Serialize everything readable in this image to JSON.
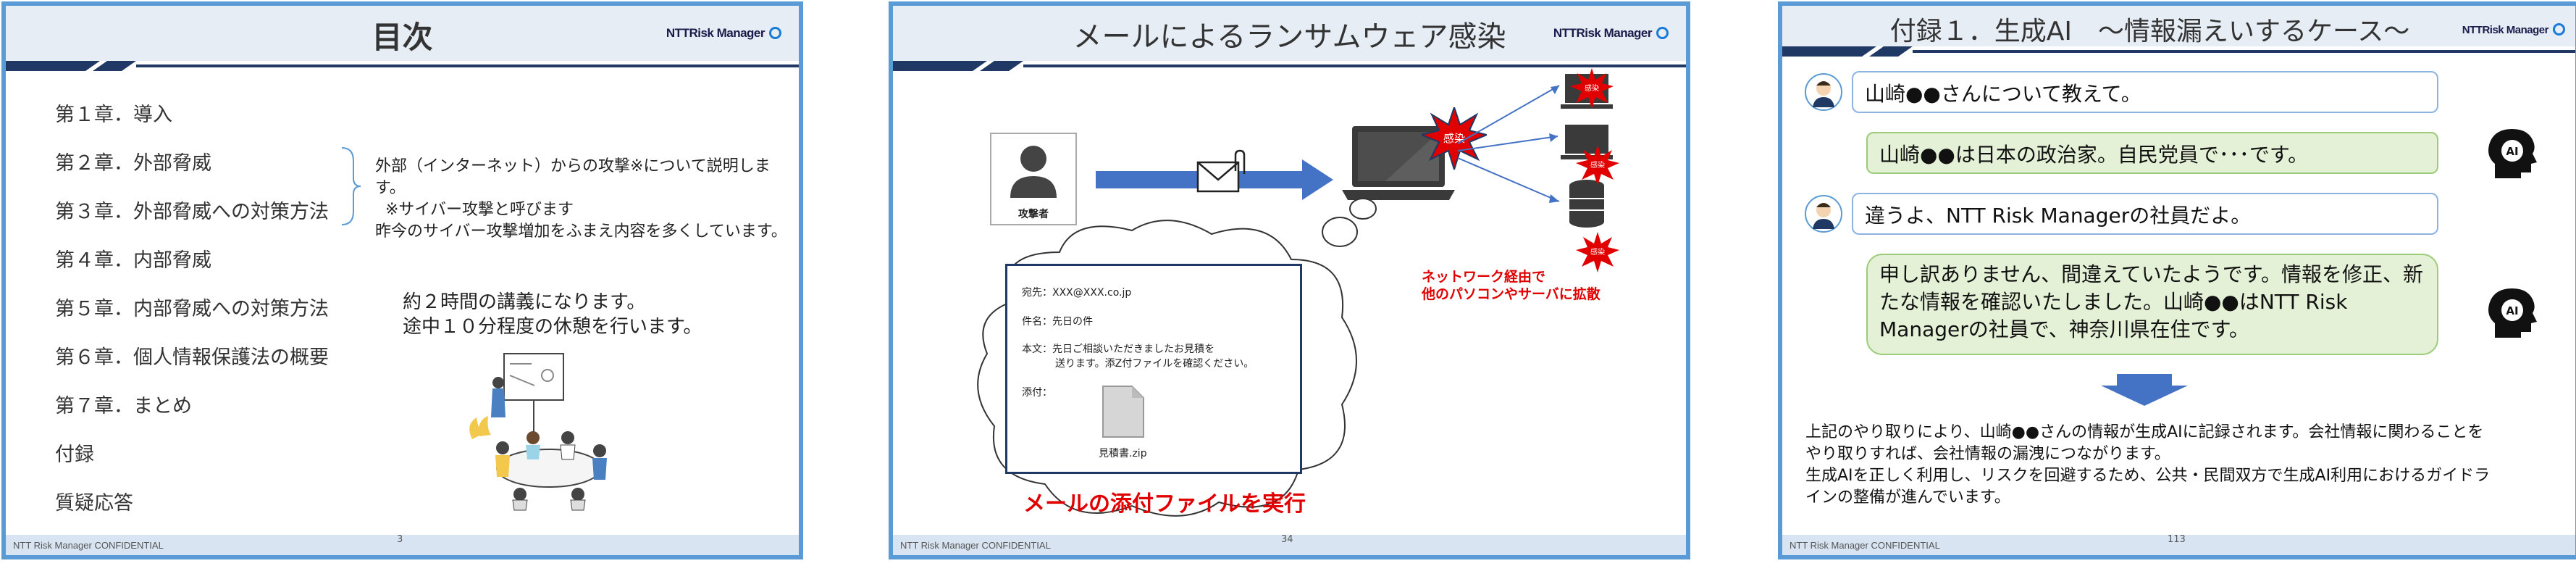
{
  "common": {
    "logo_text": "NTTRisk Manager",
    "confidential": "NTT Risk Manager CONFIDENTIAL"
  },
  "slide1": {
    "title": "目次",
    "page": "3",
    "toc": [
      "第１章．導入",
      "第２章．外部脅威",
      "第３章．外部脅威への対策方法",
      "第４章．内部脅威",
      "第５章．内部脅威への対策方法",
      "第６章．個人情報保護法の概要",
      "第７章．まとめ",
      "付録",
      "質疑応答"
    ],
    "desc_lines": [
      "外部（インターネット）からの攻撃※について説明します。",
      "※サイバー攻撃と呼びます",
      "昨今のサイバー攻撃増加をふまえ内容を多くしています。"
    ],
    "note_lines": [
      "約２時間の講義になります。",
      "途中１０分程度の休憩を行います。"
    ]
  },
  "slide2": {
    "title": "メールによるランサムウェア感染",
    "page": "34",
    "attacker_label": "攻撃者",
    "infect_label": "感染",
    "network_lines": [
      "ネットワーク経由で",
      "他のパソコンやサーバに拡散"
    ],
    "mail": {
      "to": "宛先：XXX@XXX.co.jp",
      "subject": "件名：先日の件",
      "body_line1": "本文：先日ご相談いただきましたお見積を",
      "body_line2": "送ります。添Z付ファイルを確認ください。",
      "attach_label": "添付：",
      "file_name": "見積書.zip"
    },
    "caption": "メールの添付ファイルを実行"
  },
  "slide3": {
    "title": "付録１．生成AI　～情報漏えいするケース～",
    "page": "113",
    "ai_label": "AI",
    "chat": [
      {
        "role": "user",
        "text": "山崎●●さんについて教えて。"
      },
      {
        "role": "ai",
        "text": "山崎●●は日本の政治家。自民党員で･･･です。"
      },
      {
        "role": "user",
        "text": "違うよ、NTT Risk Managerの社員だよ。"
      },
      {
        "role": "ai",
        "lines": [
          "申し訳ありません、間違えていたようです。情報を修正、新",
          "たな情報を確認いたしました。山崎●●はNTT Risk",
          "Managerの社員で、神奈川県在住です。"
        ]
      }
    ],
    "summary_lines": [
      "上記のやり取りにより、山崎●●さんの情報が生成AIに記録されます。会社情報に関わることを",
      "やり取りすれば、会社情報の漏洩につながります。",
      "生成AIを正しく利用し、リスクを回避するため、公共・民間双方で生成AI利用におけるガイドラ",
      "インの整備が進んでいます。"
    ]
  },
  "colors": {
    "frame": "#5b9bd5",
    "accent_navy": "#1f3864",
    "alert_red": "#e00000",
    "ai_green": "#e4f1d6"
  }
}
